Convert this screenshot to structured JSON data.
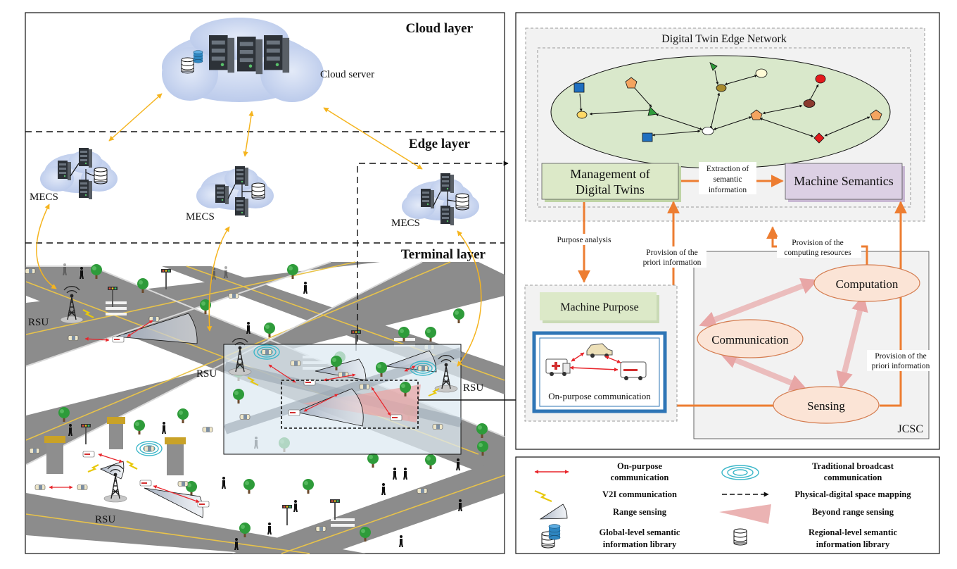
{
  "layers": {
    "cloud": "Cloud layer",
    "edge": "Edge layer",
    "terminal": "Terminal layer"
  },
  "labels": {
    "cloud_server": "Cloud server",
    "mecs": "MECS",
    "rsu": "RSU"
  },
  "twin": {
    "title": "Digital Twin Edge Network",
    "management": "Management of Digital Twins",
    "management_line1": "Management of",
    "management_line2": "Digital Twins",
    "machine_semantics": "Machine Semantics",
    "extraction_line1": "Extraction of",
    "extraction_line2": "semantic",
    "extraction_line3": "information",
    "purpose_analysis": "Purpose analysis",
    "priori_a_line1": "Provision of the",
    "priori_a_line2": "priori information",
    "computing_line1": "Provision of the",
    "computing_line2": "computing resources",
    "priori_b_line1": "Provision of the",
    "priori_b_line2": "priori information",
    "machine_purpose": "Machine Purpose",
    "on_purpose": "On-purpose communication",
    "computation": "Computation",
    "communication": "Communication",
    "sensing": "Sensing",
    "jcsc": "JCSC"
  },
  "legend": {
    "on_purpose_1": "On-purpose",
    "on_purpose_2": "communication",
    "traditional_1": "Traditional broadcast",
    "traditional_2": "communication",
    "v2i": "V2I communication",
    "mapping": "Physical-digital space mapping",
    "range": "Range sensing",
    "beyond": "Beyond range sensing",
    "global_1": "Global-level semantic",
    "global_2": "information library",
    "regional_1": "Regional-level semantic",
    "regional_2": "information library"
  },
  "colors": {
    "orange": "#ED7D31",
    "gold": "#F5B41E",
    "red_arrow": "#E8242A",
    "green_box": "#DCE9C8",
    "purple_box": "#DCD0E4",
    "ellipse_fill": "#FBE4D6",
    "ellipse_stroke": "#D47B4E",
    "road": "#8C8C8C",
    "tree": "#2E9B3A",
    "cloud": "#C9D6EF"
  }
}
